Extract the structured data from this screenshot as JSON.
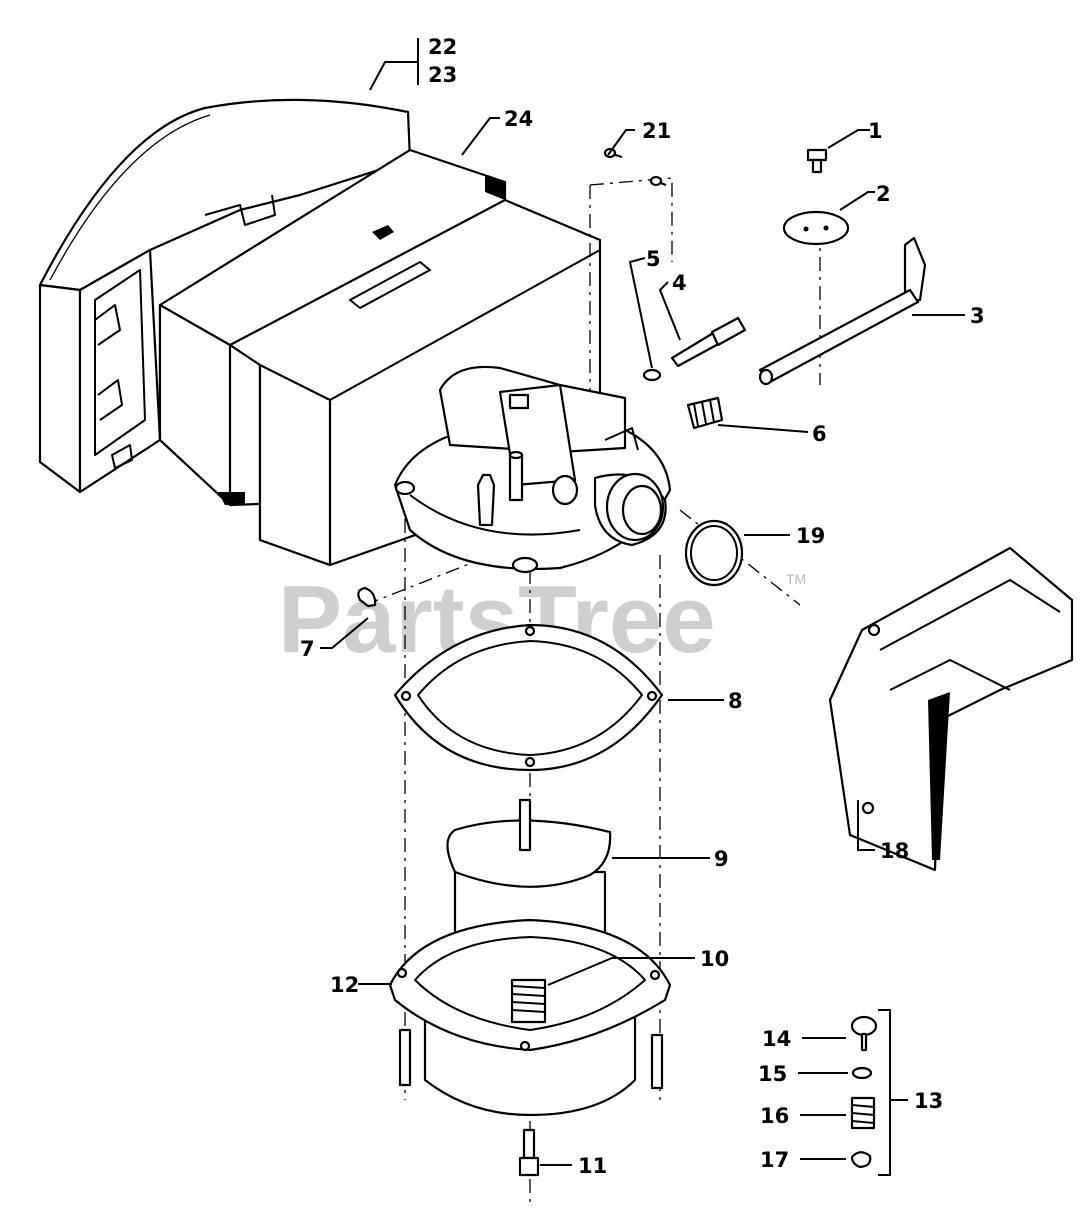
{
  "diagram": {
    "watermark": "PartsTree",
    "trademark": "TM",
    "callouts": {
      "c1": "1",
      "c2": "2",
      "c3": "3",
      "c4": "4",
      "c5": "5",
      "c6": "6",
      "c7": "7",
      "c8": "8",
      "c9": "9",
      "c10": "10",
      "c11": "11",
      "c12": "12",
      "c13": "13",
      "c14": "14",
      "c15": "15",
      "c16": "16",
      "c17": "17",
      "c18": "18",
      "c19": "19",
      "c21": "21",
      "c22": "22",
      "c23": "23",
      "c24": "24"
    }
  }
}
